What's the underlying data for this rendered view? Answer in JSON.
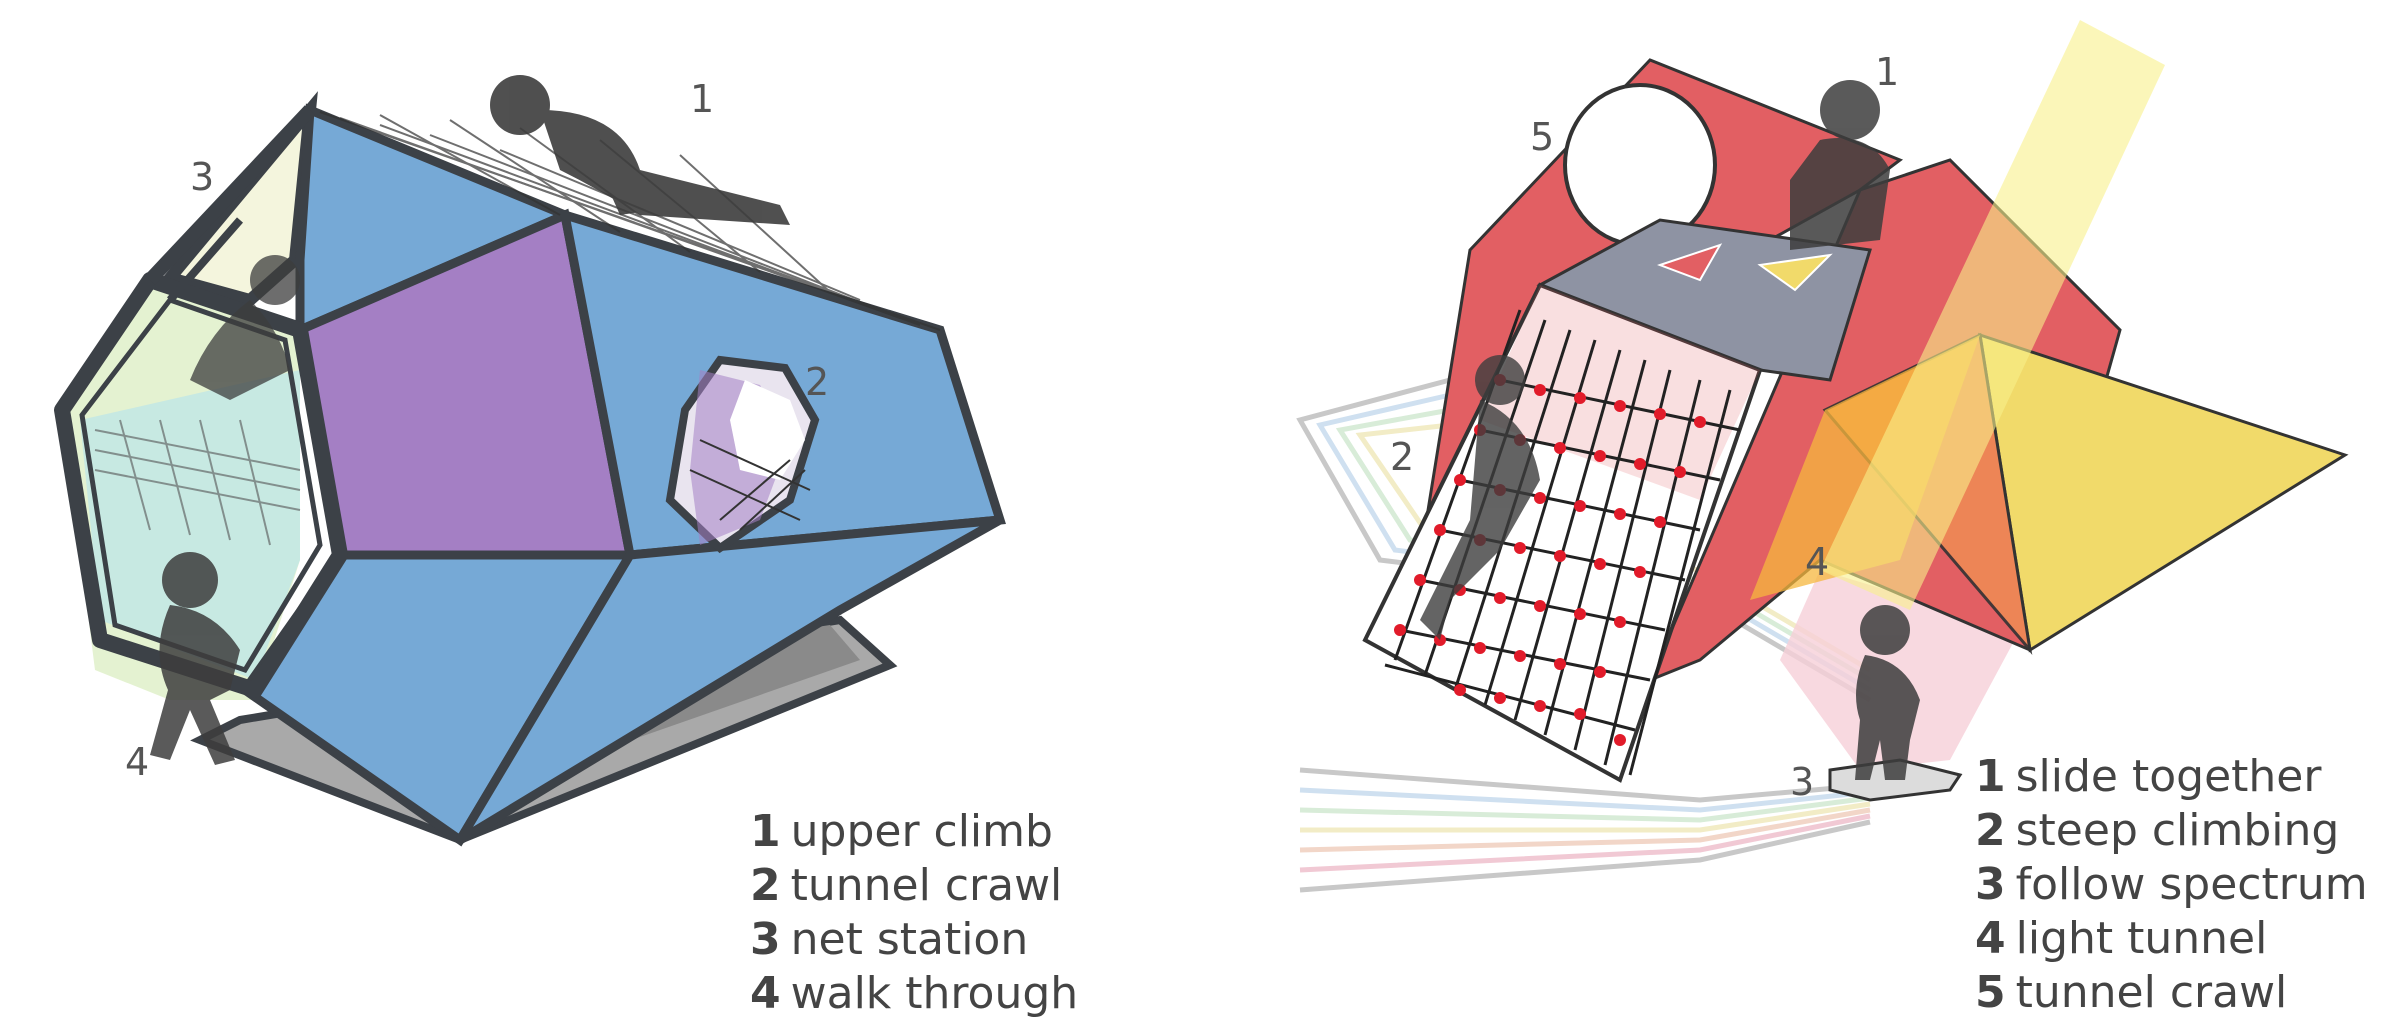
{
  "left_diagram": {
    "callouts": [
      "1",
      "2",
      "3",
      "4"
    ],
    "legend": [
      {
        "num": "1",
        "text": "upper climb"
      },
      {
        "num": "2",
        "text": "tunnel crawl"
      },
      {
        "num": "3",
        "text": "net station"
      },
      {
        "num": "4",
        "text": "walk through"
      }
    ]
  },
  "right_diagram": {
    "callouts": [
      "1",
      "2",
      "3",
      "4",
      "5"
    ],
    "legend": [
      {
        "num": "1",
        "text": "slide together"
      },
      {
        "num": "2",
        "text": "steep climbing"
      },
      {
        "num": "3",
        "text": "follow spectrum"
      },
      {
        "num": "4",
        "text": "light tunnel"
      },
      {
        "num": "5",
        "text": "tunnel crawl"
      }
    ]
  },
  "colors": {
    "blue_panel": "#76a9d6",
    "purple_panel": "#a47fc4",
    "frame": "#3c4147",
    "red_panel": "#e25f63",
    "yellow_panel": "#f1da6a",
    "slate_panel": "#8e93a3",
    "net_node": "#e11b2a",
    "light_beam": "#f8f08a",
    "shadow_figure": "#3d3d3d"
  }
}
